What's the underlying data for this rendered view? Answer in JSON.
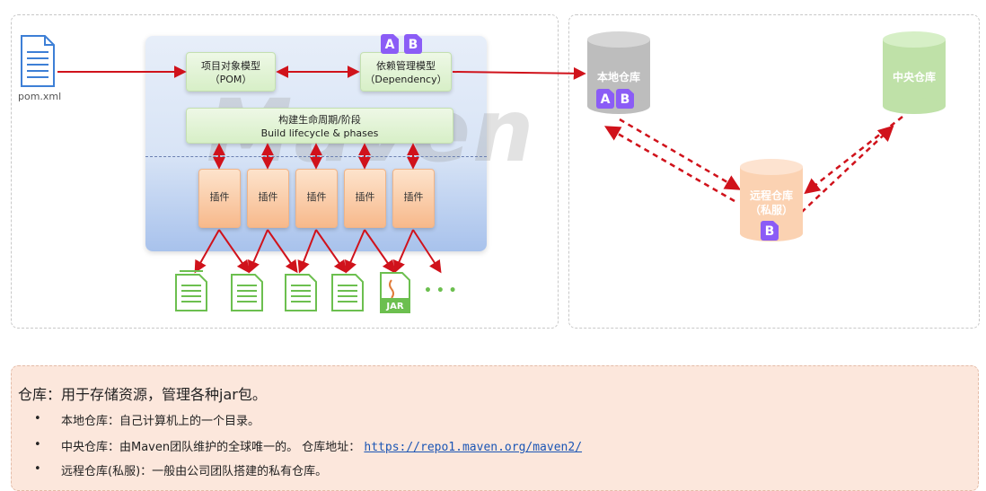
{
  "diagram": {
    "pom_file_label": "pom.xml",
    "pom_model": {
      "line1": "项目对象模型",
      "line2": "（POM）"
    },
    "dependency_model": {
      "line1": "依赖管理模型",
      "line2": "（Dependency）"
    },
    "lifecycle": {
      "line1": "构建生命周期/阶段",
      "line2": "Build lifecycle & phases"
    },
    "watermark": "Maven",
    "plugins": [
      "插件",
      "插件",
      "插件",
      "插件",
      "插件"
    ],
    "jar_label": "JAR",
    "ellipsis": "• • •",
    "badge_a": "A",
    "badge_b": "B"
  },
  "repos": {
    "local": "本地仓库",
    "central": "中央仓库",
    "remote_line1": "远程仓库",
    "remote_line2": "（私服）"
  },
  "info": {
    "title": "仓库：用于存储资源，管理各种jar包。",
    "bullets": [
      {
        "text": "本地仓库：自己计算机上的一个目录。"
      },
      {
        "text": "中央仓库：由Maven团队维护的全球唯一的。 仓库地址：",
        "link": "https://repo1.maven.org/maven2/"
      },
      {
        "text": "远程仓库(私服)：一般由公司团队搭建的私有仓库。"
      }
    ],
    "bullet_mark": "•"
  },
  "colors": {
    "arrow": "#d0121b",
    "local_repo": "#bdbdbd",
    "central_repo": "#bfe1a8",
    "remote_repo": "#fbd2b2",
    "badge": "#8b5cf6"
  }
}
